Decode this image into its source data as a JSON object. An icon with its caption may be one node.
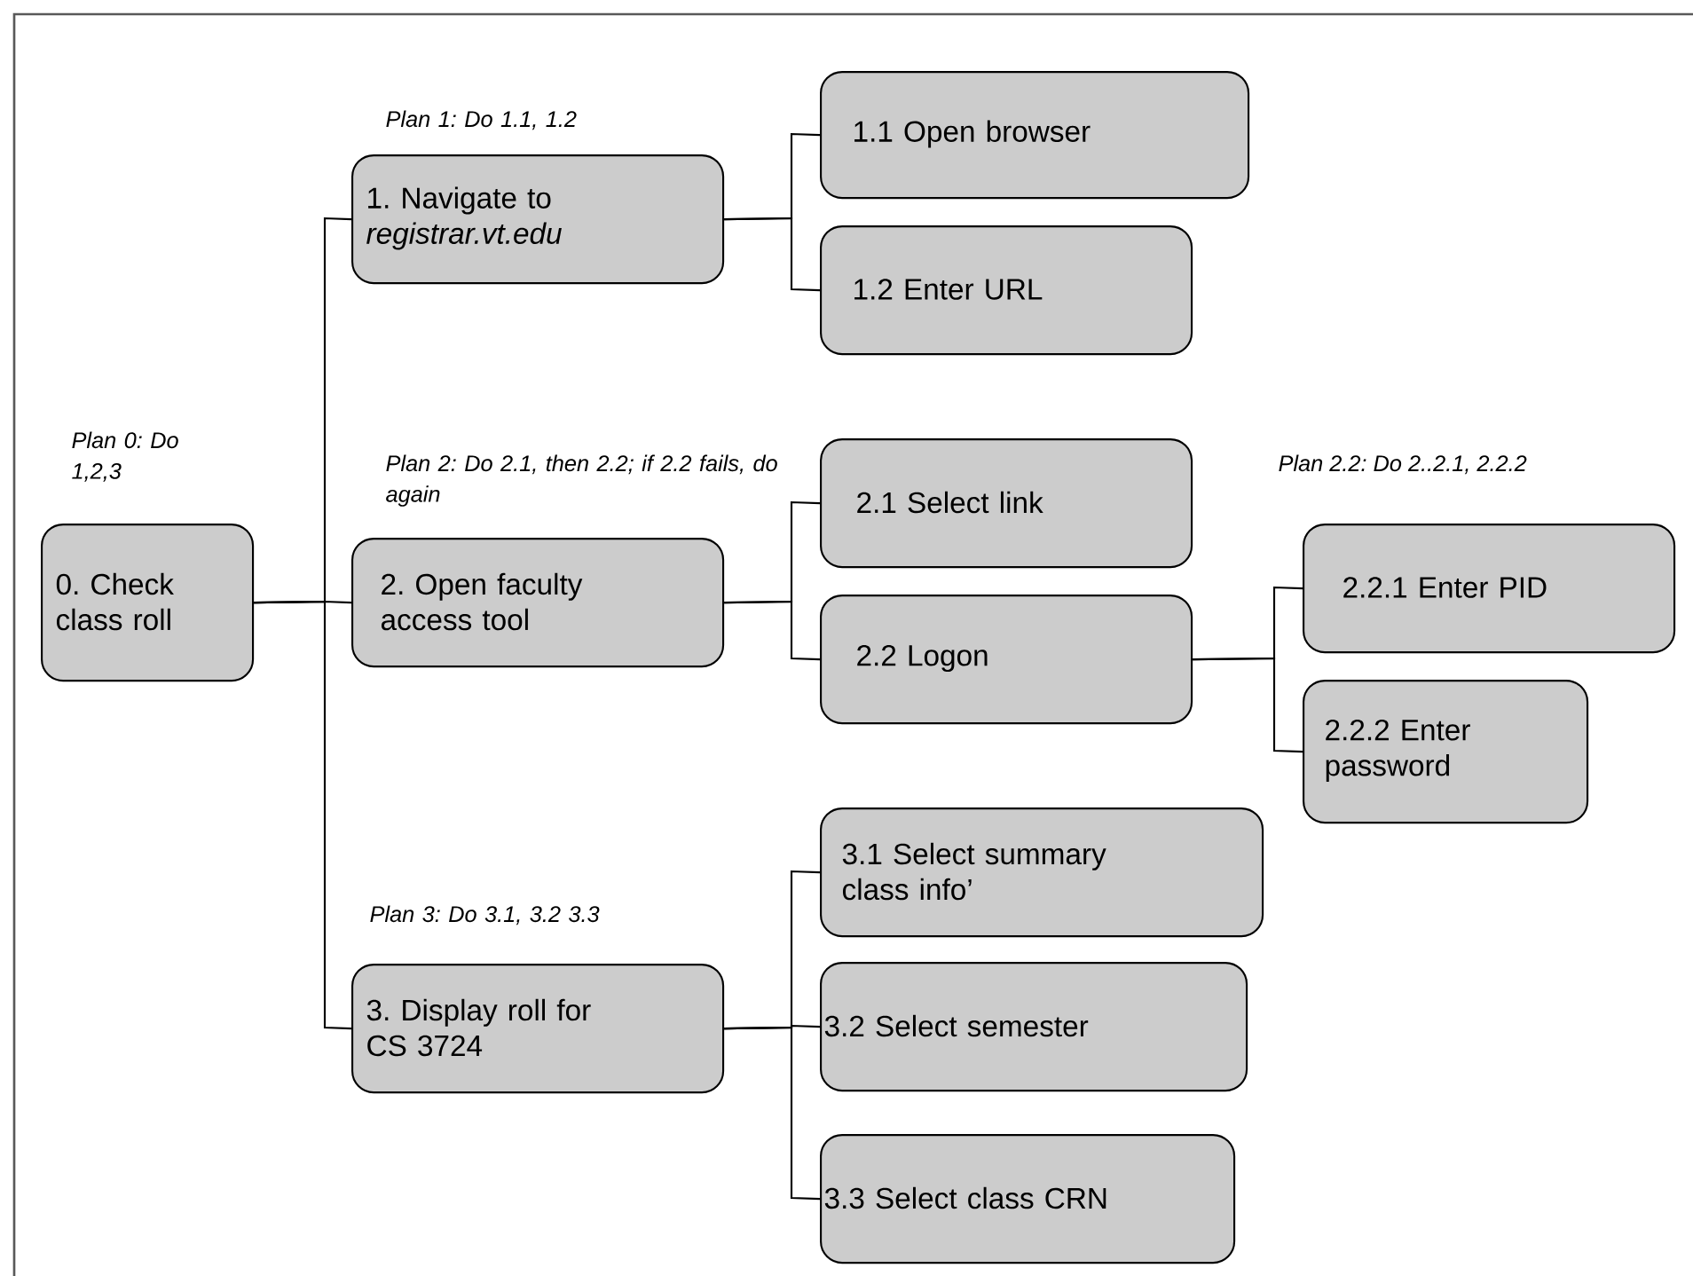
{
  "diagram": {
    "nodes": [
      {
        "text": [
          "0. Check class roll"
        ],
        "beside": [
          "Plan 0: Do 1,2,3"
        ]
      },
      {
        "text": [
          "1. Navigate to *registrar.vt.edu*"
        ],
        "beside": [
          "Plan 1: Do 1.1, 1.2"
        ]
      },
      {
        "text": [
          "1.1 Open browser"
        ]
      },
      {
        "text": [
          "1.2 Enter URL"
        ]
      },
      {
        "text": [
          "2. Open faculty access tool"
        ],
        "beside": [
          "Plan 2: Do 2.1, then 2.2; if 2.2 fails, do again"
        ]
      },
      {
        "text": [
          "2.1 Select link"
        ]
      },
      {
        "text": [
          "2.2 Logon"
        ]
      },
      {
        "text": [
          "2.2.1 Enter PID"
        ]
      },
      {
        "text": [
          "2.2.2 Enter password"
        ]
      },
      {
        "text": [
          "3. Display roll for CS 3724"
        ],
        "beside": [
          "Plan 3: Do 3.1, 3.2 3.3"
        ]
      },
      {
        "text": [
          "3.1 Select summary class info’"
        ]
      },
      {
        "text": [
          "3.2 Select semester"
        ]
      },
      {
        "text": [
          "3.3 Select class CRN"
        ]
      }
    ],
    "edges": [
      {
        "from": 0,
        "to": 1,
        "arrow": "none"
      },
      {
        "from": 0,
        "to": 4,
        "arrow": "none"
      },
      {
        "from": 0,
        "to": 9,
        "arrow": "none"
      },
      {
        "from": 1,
        "to": 2,
        "arrow": "none"
      },
      {
        "from": 1,
        "to": 3,
        "arrow": "none"
      },
      {
        "from": 4,
        "to": 5,
        "arrow": "none"
      },
      {
        "from": 4,
        "to": 6,
        "arrow": "none"
      },
      {
        "from": 6,
        "to": 7,
        "arrow": "none"
      },
      {
        "from": 6,
        "to": 8,
        "arrow": "none"
      },
      {
        "from": 9,
        "to": 10,
        "arrow": "none"
      },
      {
        "from": 9,
        "to": 11,
        "arrow": "none"
      },
      {
        "from": 9,
        "to": 12,
        "arrow": "none"
      }
    ],
    "labels": [
      "Plan 2.2: Do 2..2.1, 2.2.2"
    ]
  }
}
